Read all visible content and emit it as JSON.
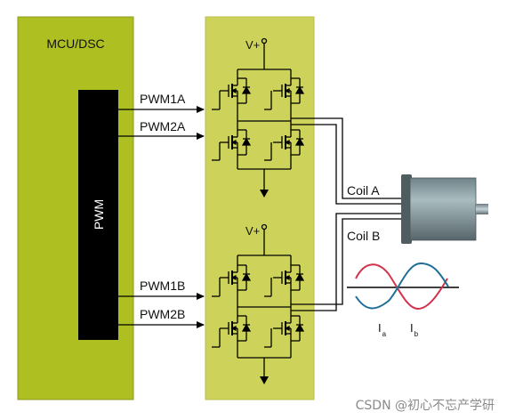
{
  "colors": {
    "mcu_fill": "#aebf22",
    "mcu_border": "#8c9a1b",
    "driver_fill": "#cdd35a",
    "driver_border": "#b6bd45",
    "pwm_block": "#000000",
    "wire": "#000000",
    "motor_body": "#7d9196",
    "motor_shade": "#4f5c60",
    "wave_a": "#d4314c",
    "wave_b": "#1f6f98"
  },
  "mcu": {
    "title": "MCU/DSC",
    "block_label": "PWM"
  },
  "signals": [
    "PWM1A",
    "PWM2A",
    "PWM1B",
    "PWM2B"
  ],
  "supply_labels": [
    "V+",
    "V+"
  ],
  "coils": [
    "Coil A",
    "Coil B"
  ],
  "current_labels": {
    "a": {
      "main": "I",
      "sub": "a"
    },
    "b": {
      "main": "I",
      "sub": "b"
    }
  },
  "watermark": "CSDN @初心不忘产学研",
  "icons": [
    "mosfet-icon",
    "motor-icon",
    "arrow-down-icon"
  ]
}
